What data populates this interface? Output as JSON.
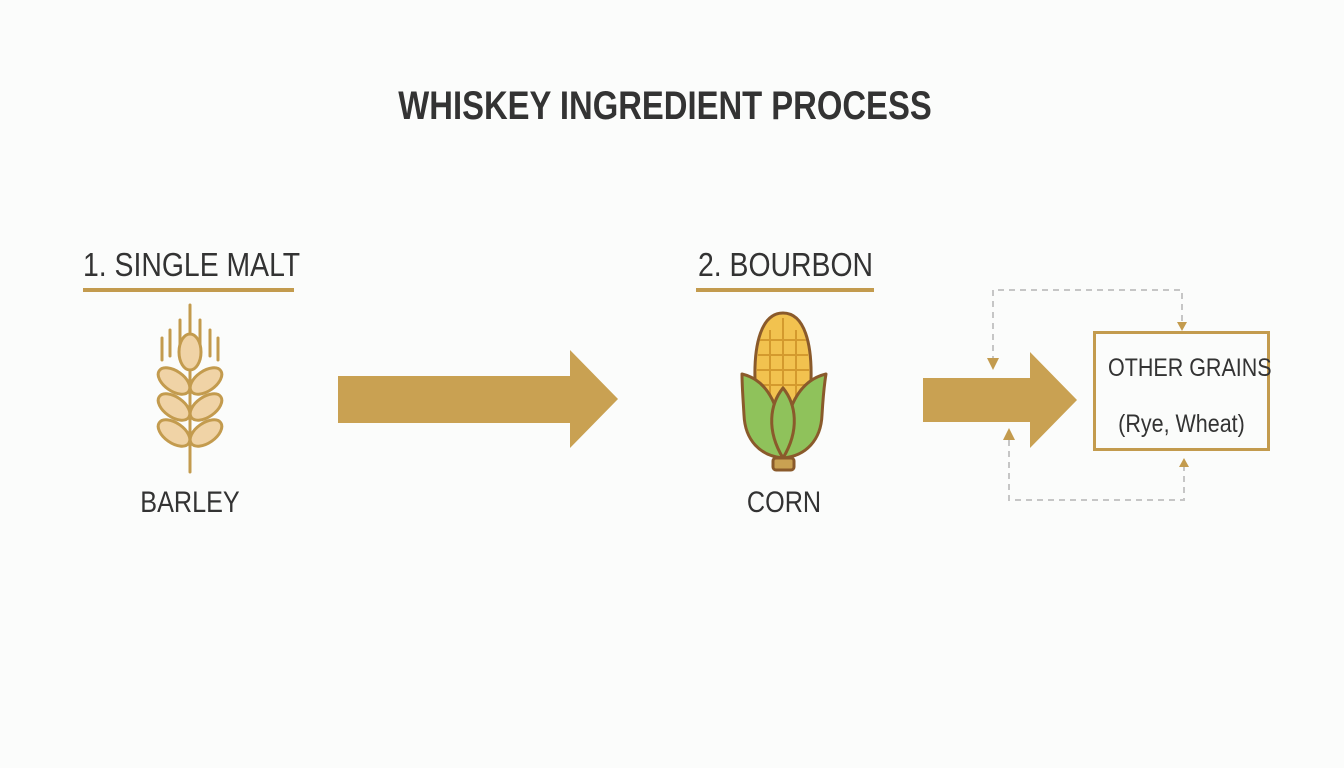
{
  "title": "WHISKEY INGREDIENT PROCESS",
  "steps": [
    {
      "heading": "1. SINGLE MALT",
      "grain": "BARLEY",
      "icon": "barley-icon"
    },
    {
      "heading": "2. BOURBON",
      "grain": "CORN",
      "icon": "corn-icon"
    }
  ],
  "other_grains": {
    "title": "OTHER GRAINS",
    "detail": "(Rye, Wheat)"
  },
  "colors": {
    "accent": "#c39b4e",
    "text": "#333333",
    "corn_kernel": "#f2c24f",
    "corn_husk": "#8fc25b",
    "barley": "#f0d3a6"
  }
}
